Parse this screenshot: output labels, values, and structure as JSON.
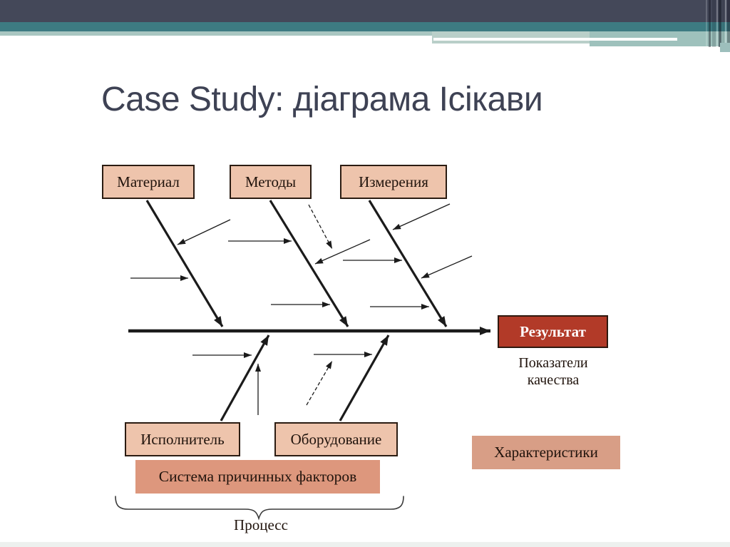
{
  "header": {
    "title": "Case Study: діаграма Ісікави"
  },
  "colors": {
    "header_navy": "#444859",
    "header_teal": "#3d7b82",
    "header_sage": "#a9c6c1",
    "title_text": "#3e4254",
    "cause_box_fill": "#eec4ac",
    "cause_box_border": "#2b1c12",
    "result_box_fill": "#b23a28",
    "system_box_fill": "#dd977d",
    "characteristics_box_fill": "#d89e86",
    "arrow_color": "#1b1b1b"
  },
  "diagram": {
    "type": "fishbone-ishikawa",
    "top_causes": [
      {
        "label": "Материал"
      },
      {
        "label": "Методы"
      },
      {
        "label": "Измерения"
      }
    ],
    "bottom_causes": [
      {
        "label": "Исполнитель"
      },
      {
        "label": "Оборудование"
      }
    ],
    "result": {
      "label": "Результат",
      "caption": "Показатели качества"
    },
    "system_label": "Система причинных факторов",
    "characteristics_label": "Характеристики",
    "process_label": "Процесс"
  }
}
